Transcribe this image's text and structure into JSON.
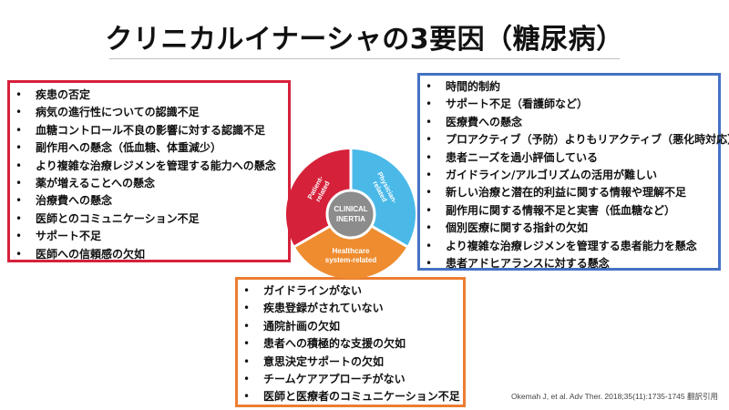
{
  "title": "クリニカルイナーシャの3要因（糖尿病）",
  "colors": {
    "patient": "#d6213b",
    "physician": "#4ab9e8",
    "system": "#ee8c2f",
    "physician_box": "#4472c4",
    "system_box": "#ed7d31",
    "center": "#8c8c8c"
  },
  "wheel": {
    "center_line1": "CLINICAL",
    "center_line2": "INERTIA",
    "patient_line1": "Patient-",
    "patient_line2": "related",
    "physician_line1": "Physician-",
    "physician_line2": "related",
    "system_line1": "Healthcare",
    "system_line2": "system-related"
  },
  "patient_items": [
    "疾患の否定",
    "病気の進行性についての認識不足",
    "血糖コントロール不良の影響に対する認識不足",
    "副作用への懸念（低血糖、体重減少）",
    "より複雑な治療レジメンを管理する能力への懸念",
    "薬が増えることへの懸念",
    "治療費への懸念",
    "医師とのコミュニケーション不足",
    "サポート不足",
    "医師への信頼感の欠如"
  ],
  "physician_items": [
    "時間的制約",
    "サポート不足（看護師など）",
    "医療費への懸念",
    "プロアクティブ（予防）よりもリアクティブ（悪化時対応）",
    "患者ニーズを過小評価している",
    "ガイドライン/アルゴリズムの活用が難しい",
    "新しい治療と潜在的利益に関する情報や理解不足",
    "副作用に関する情報不足と実害（低血糖など）",
    "個別医療に関する指針の欠如",
    "より複雑な治療レジメンを管理する患者能力を懸念",
    "患者アドヒアランスに対する懸念"
  ],
  "system_items": [
    "ガイドラインがない",
    "疾患登録がされていない",
    "通院計画の欠如",
    "患者への積極的な支援の欠如",
    "意思決定サポートの欠如",
    "チームケアアプローチがない",
    "医師と医療者のコミュニケーション不足"
  ],
  "citation": "Okemah J, et al. Adv Ther. 2018;35(11):1735-1745 翻訳引用"
}
